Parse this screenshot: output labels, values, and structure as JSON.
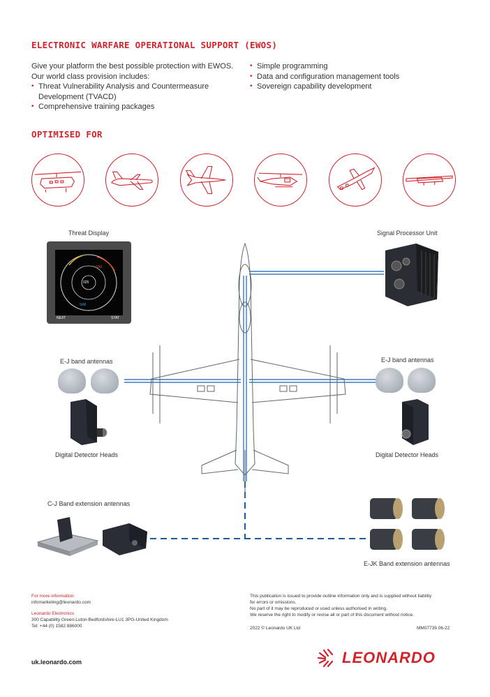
{
  "section1": {
    "title": "ELECTRONIC WARFARE OPERATIONAL SUPPORT (EWOS)",
    "intro_line1": "Give your platform the best possible protection with EWOS.",
    "intro_line2": "Our world class provision includes:",
    "left_bullets": [
      "Threat Vulnerability Analysis and Countermeasure Development (TVACD)",
      "Comprehensive training packages"
    ],
    "right_bullets": [
      "Simple programming",
      "Data and configuration management tools",
      "Sovereign capability development"
    ]
  },
  "section2": {
    "title": "OPTIMISED FOR",
    "platform_icons": [
      "helicopter-transport-icon",
      "transport-aircraft-icon",
      "fighter-jet-icon",
      "attack-helicopter-icon",
      "jet-trainer-icon",
      "uav-icon"
    ]
  },
  "diagram": {
    "threat_display_label": "Threat Display",
    "signal_processor_label": "Signal Processor Unit",
    "ej_left_label": "E-J band antennas",
    "ej_right_label": "E-J band antennas",
    "ddh_left_label": "Digital Detector Heads",
    "ddh_right_label": "Digital Detector Heads",
    "cj_label": "C-J Band extension antennas",
    "ejk_label": "E-JK Band extension antennas",
    "display_center_text": "025",
    "display_next": "NEXT",
    "display_stat": "STAT",
    "line_color": "#3d7bbf"
  },
  "footer": {
    "more_info_label": "For more information:",
    "email": "infomarketing@leonardo.com",
    "company": "Leonardo Electronics",
    "address": "300 Capability Green-Luton-Bedfordshire-LU1 3PG-United Kingdom",
    "tel": "Tel: +44 (0) 1582 886000",
    "disclaimer1": "This publication is issued to provide outline information only and is supplied without liability",
    "disclaimer2": "for errors or omissions.",
    "disclaimer3": "No part of it may be reproduced or used unless authorised in writing.",
    "disclaimer4": "We reserve the right to modify or revise all or part of this document without notice.",
    "copyright": "2022 © Leonardo UK Ltd",
    "doc_ref": "MM07739 06-22",
    "website": "uk.leonardo.com",
    "logo_text": "LEONARDO"
  },
  "colors": {
    "accent": "#d2232a",
    "link": "#3d7bbf"
  }
}
